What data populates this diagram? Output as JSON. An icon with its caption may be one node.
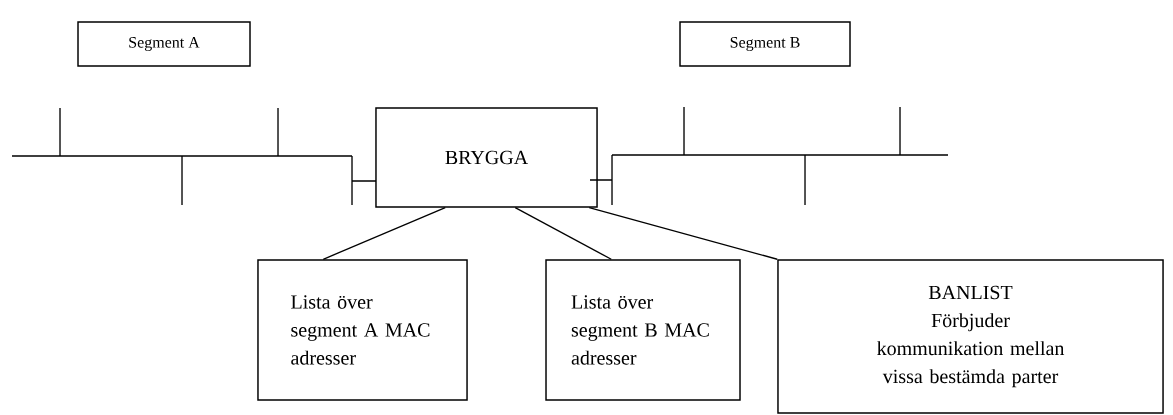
{
  "diagram": {
    "nodes": [
      {
        "text": [
          "Segment A"
        ]
      },
      {
        "text": [
          "Segment B"
        ]
      },
      {
        "text": [
          "BRYGGA"
        ]
      },
      {
        "text": [
          "Lista över segment A MAC adresser"
        ]
      },
      {
        "text": [
          "Lista över segment B MAC adresser"
        ]
      },
      {
        "text": [
          "BANLIST",
          "Förbjuder kommunikation mellan vissa bestämda parter"
        ]
      }
    ],
    "edges": [
      {
        "from": 2,
        "to": 3,
        "arrow": "none"
      },
      {
        "from": 2,
        "to": 4,
        "arrow": "none"
      },
      {
        "from": 2,
        "to": 5,
        "arrow": "none"
      }
    ]
  }
}
